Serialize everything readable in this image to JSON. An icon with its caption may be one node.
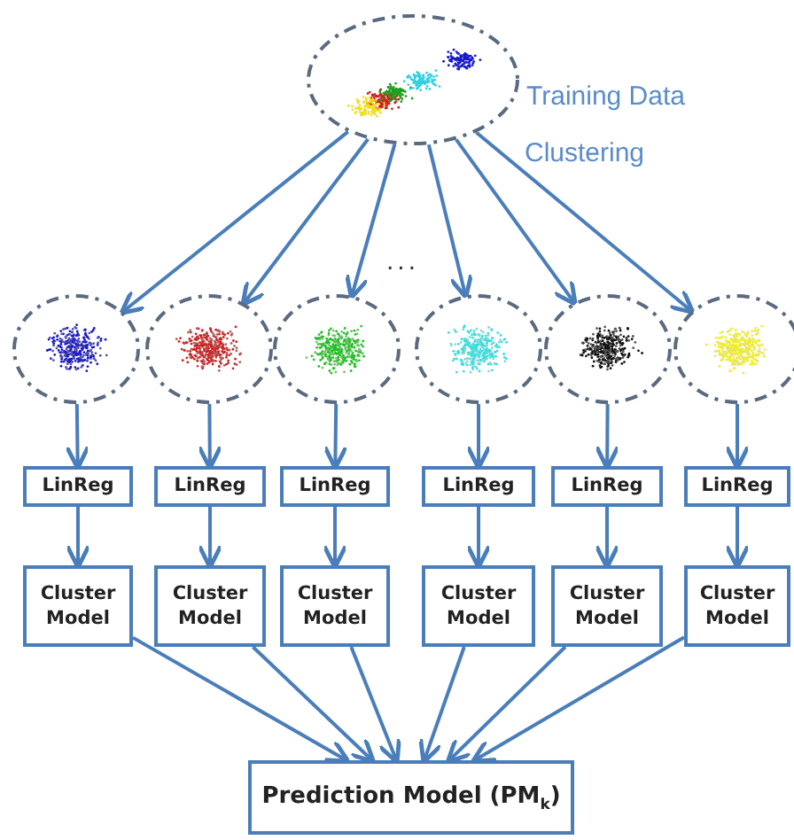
{
  "diagram": {
    "nodes": [
      {
        "text": [],
        "shape": "picture",
        "beside": [
          "Training Data"
        ]
      },
      {
        "text": [],
        "shape": "picture"
      },
      {
        "text": [],
        "shape": "picture"
      },
      {
        "text": [],
        "shape": "picture"
      },
      {
        "text": [],
        "shape": "picture"
      },
      {
        "text": [],
        "shape": "picture"
      },
      {
        "text": [],
        "shape": "picture"
      },
      {
        "text": [
          "LinReg"
        ]
      },
      {
        "text": [
          "LinReg"
        ]
      },
      {
        "text": [
          "LinReg"
        ]
      },
      {
        "text": [
          "LinReg"
        ]
      },
      {
        "text": [
          "LinReg"
        ]
      },
      {
        "text": [
          "LinReg"
        ]
      },
      {
        "text": [
          "Cluster Model"
        ]
      },
      {
        "text": [
          "Cluster Model"
        ]
      },
      {
        "text": [
          "Cluster Model"
        ]
      },
      {
        "text": [
          "Cluster Model"
        ]
      },
      {
        "text": [
          "Cluster Model"
        ]
      },
      {
        "text": [
          "Cluster Model"
        ]
      },
      {
        "text": [
          "Prediction Model (PM$_{k}$)"
        ]
      }
    ],
    "edges": [
      {
        "from": 0,
        "to": 1,
        "arrow": "to"
      },
      {
        "from": 0,
        "to": 2,
        "arrow": "to"
      },
      {
        "from": 0,
        "to": 3,
        "arrow": "to"
      },
      {
        "from": 0,
        "to": 4,
        "arrow": "to"
      },
      {
        "from": 0,
        "to": 5,
        "arrow": "to"
      },
      {
        "from": 0,
        "to": 6,
        "arrow": "to"
      },
      {
        "from": 1,
        "to": 7,
        "arrow": "to"
      },
      {
        "from": 2,
        "to": 8,
        "arrow": "to"
      },
      {
        "from": 3,
        "to": 9,
        "arrow": "to"
      },
      {
        "from": 4,
        "to": 10,
        "arrow": "to"
      },
      {
        "from": 5,
        "to": 11,
        "arrow": "to"
      },
      {
        "from": 6,
        "to": 12,
        "arrow": "to"
      },
      {
        "from": 7,
        "to": 13,
        "arrow": "to"
      },
      {
        "from": 8,
        "to": 14,
        "arrow": "to"
      },
      {
        "from": 9,
        "to": 15,
        "arrow": "to"
      },
      {
        "from": 10,
        "to": 16,
        "arrow": "to"
      },
      {
        "from": 11,
        "to": 17,
        "arrow": "to"
      },
      {
        "from": 12,
        "to": 18,
        "arrow": "to"
      },
      {
        "from": 13,
        "to": 19,
        "arrow": "to"
      },
      {
        "from": 14,
        "to": 19,
        "arrow": "to"
      },
      {
        "from": 15,
        "to": 19,
        "arrow": "to"
      },
      {
        "from": 16,
        "to": 19,
        "arrow": "to"
      },
      {
        "from": 17,
        "to": 19,
        "arrow": "to"
      },
      {
        "from": 18,
        "to": 19,
        "arrow": "to"
      }
    ],
    "labels": [
      "Clustering",
      "..."
    ]
  }
}
